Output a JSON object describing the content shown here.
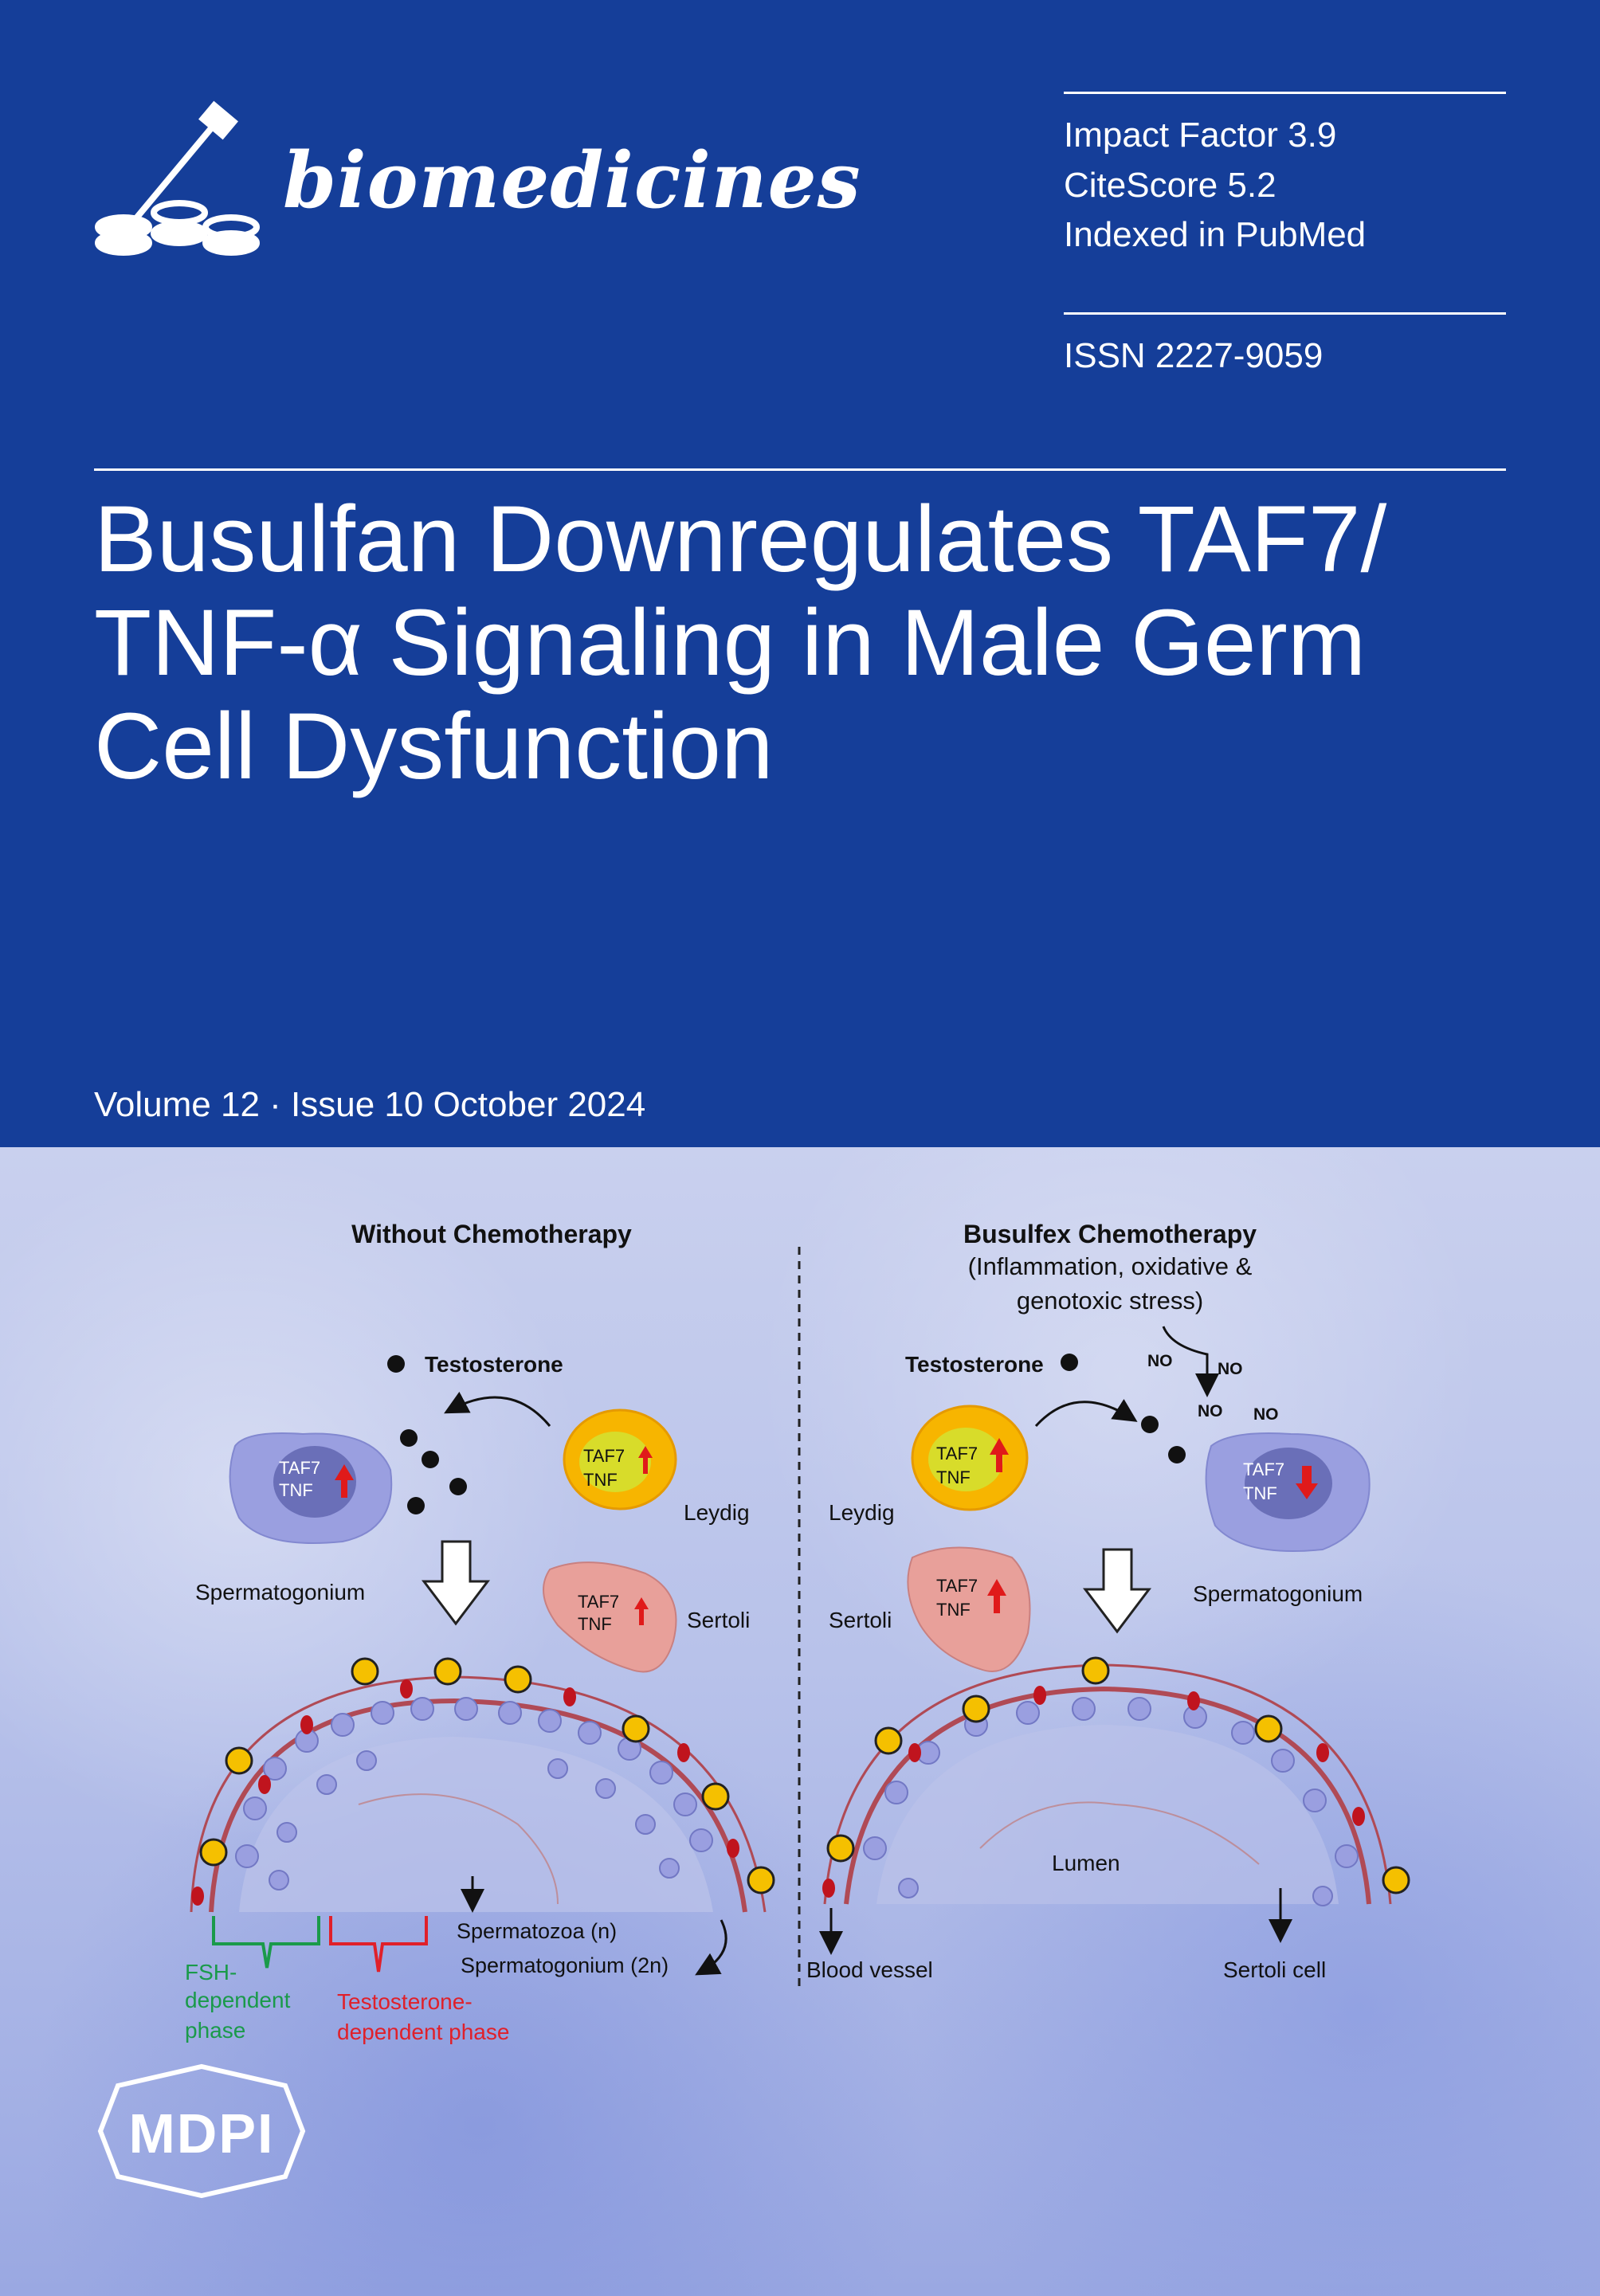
{
  "journal": {
    "name": "biomedicines",
    "icon": "pipette-dish-icon",
    "impact_factor": "Impact Factor 3.9",
    "citescore": "CiteScore 5.2",
    "indexed": "Indexed in PubMed",
    "issn": "ISSN 2227-9059"
  },
  "article": {
    "title_lines": [
      "Busulfan Downregulates TAF7/",
      "TNF-α Signaling in Male Germ",
      "Cell Dysfunction"
    ]
  },
  "issue": {
    "volume_issue": "Volume 12 · Issue 10 October 2024"
  },
  "figure": {
    "left": {
      "heading": "Without Chemotherapy",
      "testosterone": "Testosterone",
      "spermatogonium": "Spermatogonium",
      "leydig": "Leydig",
      "sertoli": "Sertoli",
      "spermatozoa": "Spermatozoa (n)",
      "spermatogonium_2n": "Spermatogonium (2n)",
      "fsh_1": "FSH-",
      "fsh_2": "dependent",
      "fsh_3": "phase",
      "testo_phase_1": "Testosterone-",
      "testo_phase_2": "dependent phase"
    },
    "right": {
      "heading": "Busulfex Chemotherapy",
      "sub_1": "(Inflammation, oxidative &",
      "sub_2": "genotoxic stress)",
      "testosterone": "Testosterone",
      "no": "NO",
      "leydig": "Leydig",
      "sertoli": "Sertoli",
      "spermatogonium": "Spermatogonium",
      "lumen": "Lumen",
      "blood_vessel": "Blood vessel",
      "sertoli_cell": "Sertoli cell"
    },
    "taf7": "TAF7",
    "tnf": "TNF"
  },
  "publisher": {
    "name": "MDPI"
  },
  "colors": {
    "brand_blue": "#153e99",
    "fsh_green": "#1a9a4a",
    "testo_red": "#e0202a"
  }
}
